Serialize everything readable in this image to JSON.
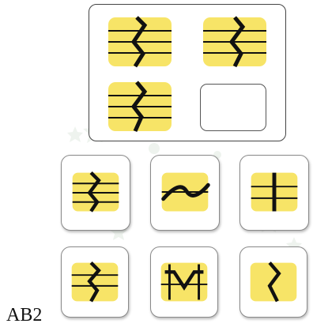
{
  "caption": "AB2",
  "colors": {
    "card_fill": "#f7e467",
    "stroke": "#111111",
    "panel_border": "#444444",
    "tile_border": "#8a8a8a"
  },
  "question_cells": [
    {
      "position": "top-left",
      "pattern": "three-lines-zigzag"
    },
    {
      "position": "top-right",
      "pattern": "three-lines-zigzag"
    },
    {
      "position": "bottom-left",
      "pattern": "three-lines-zigzag"
    },
    {
      "position": "bottom-right",
      "pattern": "empty"
    }
  ],
  "options": [
    {
      "pattern": "three-lines-zigzag"
    },
    {
      "pattern": "one-line-wave"
    },
    {
      "pattern": "two-lines-vertical-bar"
    },
    {
      "pattern": "two-lines-zigzag"
    },
    {
      "pattern": "one-line-zigzag-ticks"
    },
    {
      "pattern": "zigzag-only"
    }
  ]
}
